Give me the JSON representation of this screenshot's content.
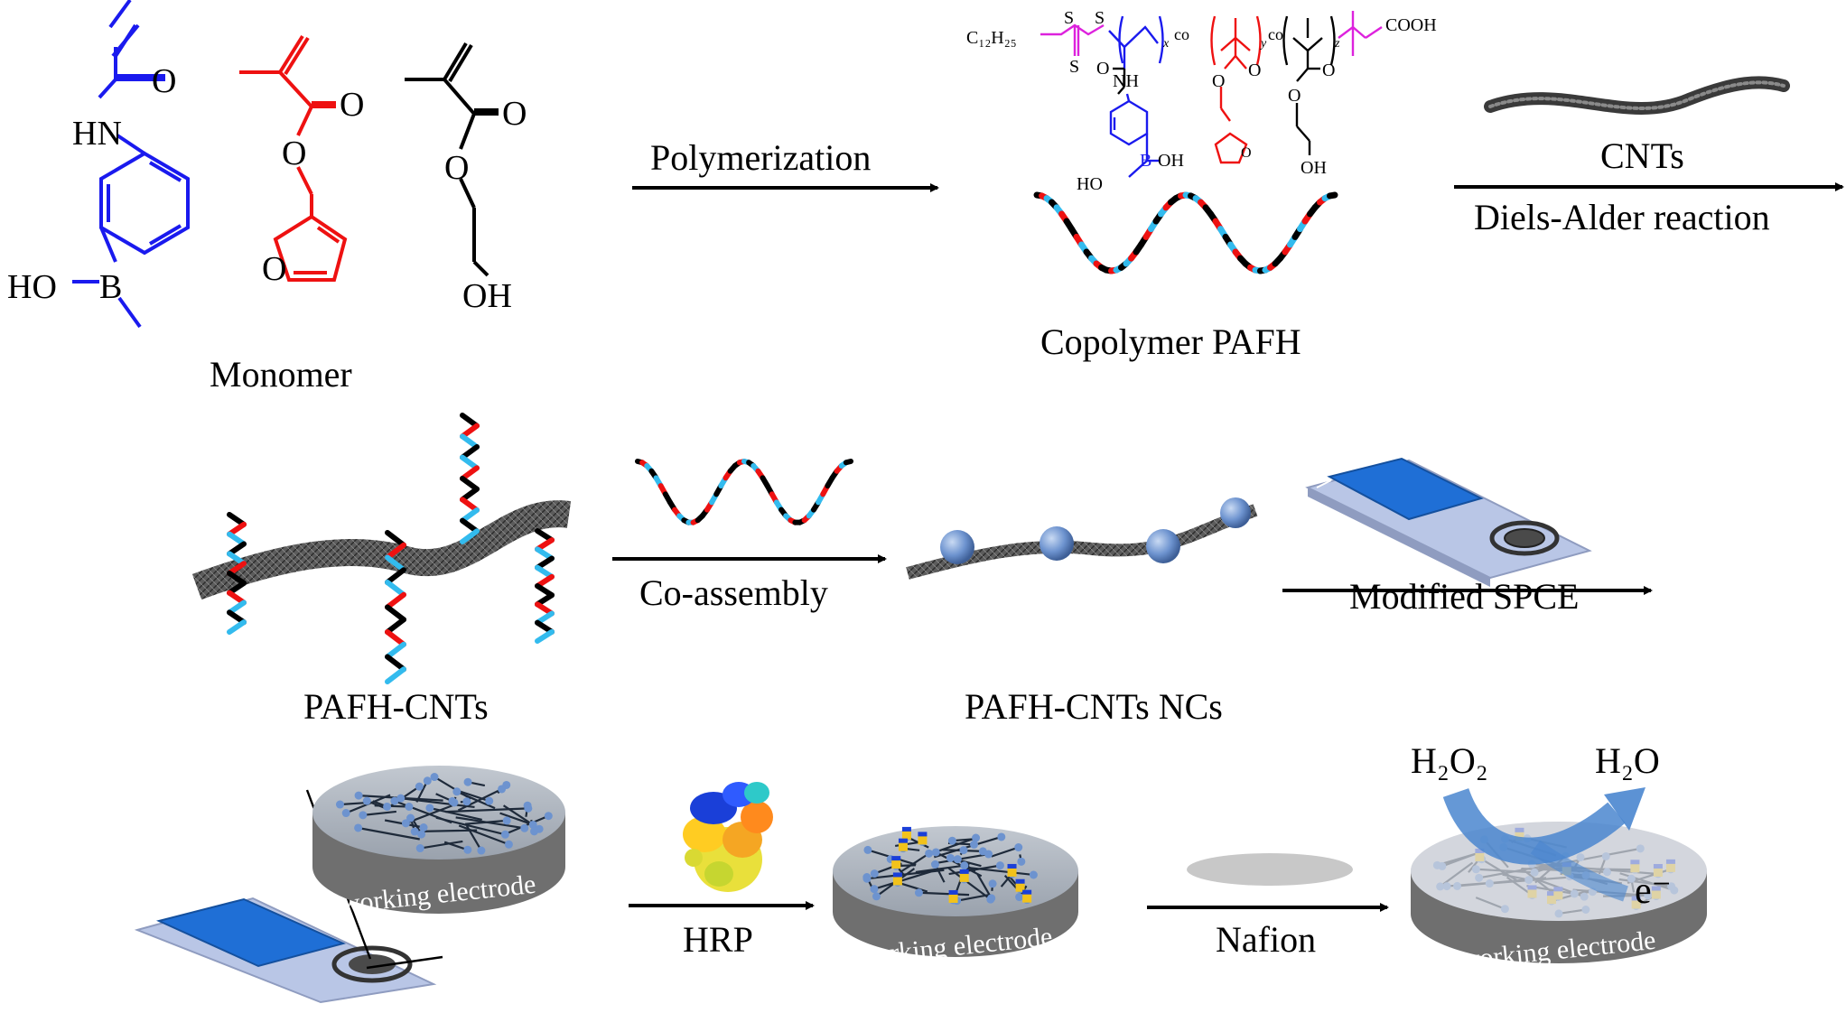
{
  "colors": {
    "blue": "#1a1aee",
    "red": "#ee1111",
    "magenta": "#dd22dd",
    "cyan": "#33bbee",
    "black": "#000000",
    "electrode_top": "#a8b0bc",
    "electrode_side": "#6f6f6f",
    "strip": "#b9c6e6",
    "pad": "#1f6fd6",
    "sphere": "#6d93cf"
  },
  "labels": {
    "monomer": "Monomer",
    "polymerization": "Polymerization",
    "copolymer": "Copolymer PAFH",
    "cnts": "CNTs",
    "diels_alder": "Diels-Alder reaction",
    "co_assembly": "Co-assembly",
    "modified_spce": "Modified SPCE",
    "pafh_cnts": "PAFH-CNTs",
    "pafh_cnts_ncs": "PAFH-CNTs NCs",
    "hrp": "HRP",
    "nafion": "Nafion",
    "h2o2": "H₂O₂",
    "h2o": "H₂O",
    "electron": "e⁻",
    "working_electrode": "working electrode"
  },
  "chem": {
    "o": "O",
    "hn": "HN",
    "nh": "NH",
    "ho": "HO",
    "oh": "OH",
    "b": "B",
    "s": "S",
    "c12h25": "C₁₂H₂₅",
    "cooh": "COOH",
    "co": "co",
    "x": "x",
    "y": "y",
    "z": "z"
  }
}
